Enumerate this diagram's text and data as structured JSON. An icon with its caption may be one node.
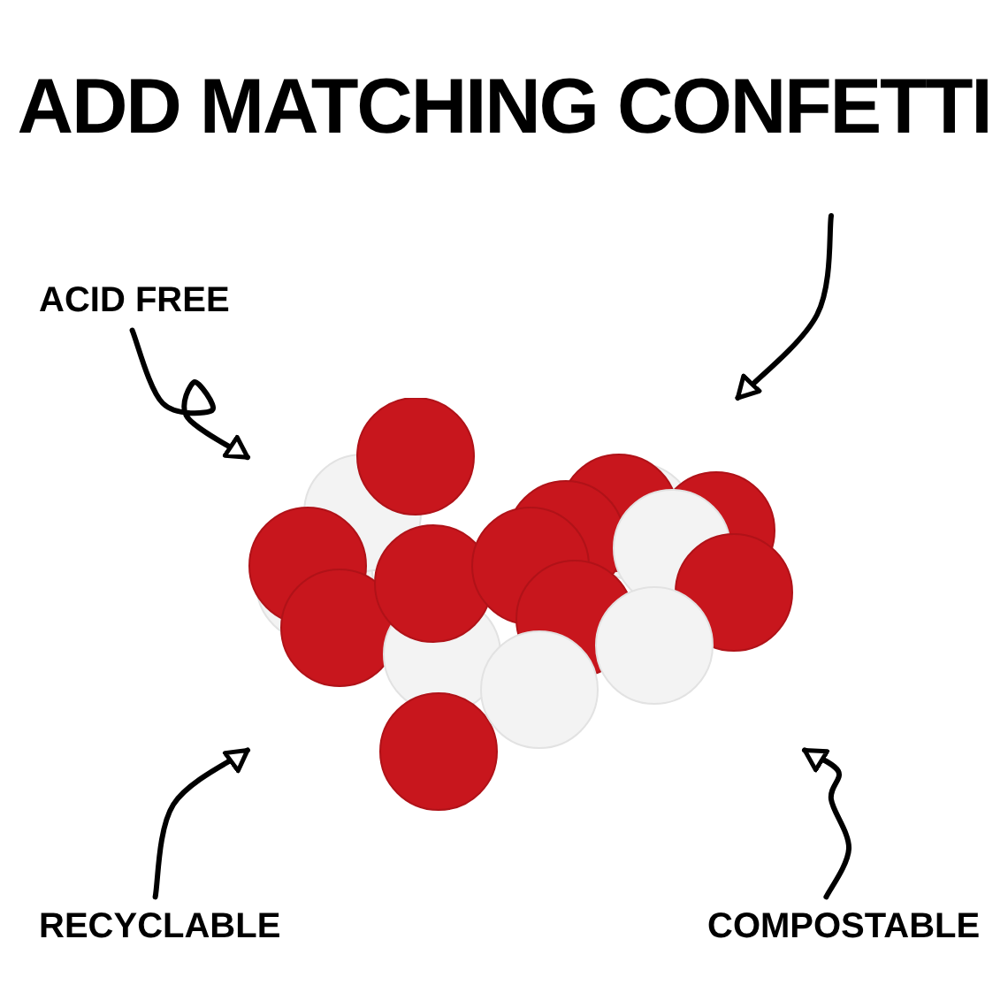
{
  "diagram": {
    "title": "ADD MATCHING CONFETTI",
    "nodes": [
      {
        "text": [
          "ACID FREE"
        ]
      },
      {
        "text": [],
        "shape": "picture"
      },
      {
        "text": [
          "RECYCLABLE"
        ]
      },
      {
        "text": [
          "COMPOSTABLE"
        ]
      }
    ],
    "edges": [
      {
        "from": 0,
        "to": 1,
        "arrow": "to"
      },
      {
        "from": 2,
        "to": 1,
        "arrow": "to"
      },
      {
        "from": 3,
        "to": 1,
        "arrow": "to"
      },
      {
        "from": null,
        "to": 1,
        "arrow": "to"
      }
    ]
  }
}
